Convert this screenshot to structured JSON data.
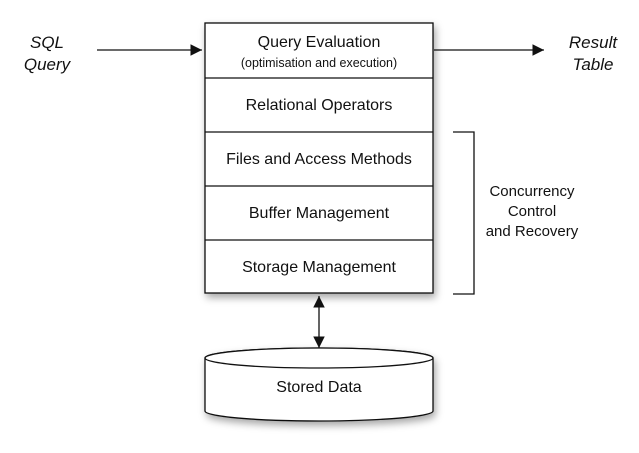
{
  "input": {
    "line1": "SQL",
    "line2": "Query"
  },
  "output": {
    "line1": "Result",
    "line2": "Table"
  },
  "layers": [
    {
      "label": "Query Evaluation",
      "sublabel": "(optimisation and execution)"
    },
    {
      "label": "Relational Operators"
    },
    {
      "label": "Files and Access Methods"
    },
    {
      "label": "Buffer Management"
    },
    {
      "label": "Storage Management"
    }
  ],
  "side_note": {
    "line1": "Concurrency",
    "line2": "Control",
    "line3": "and Recovery"
  },
  "storage": {
    "label": "Stored Data"
  },
  "colors": {
    "stroke": "#111111",
    "fill": "#ffffff",
    "shadow": "#9a9a9a"
  }
}
